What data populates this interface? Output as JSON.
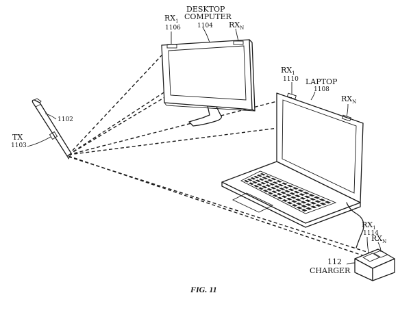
{
  "figure": {
    "caption": "FIG. 11"
  },
  "labels": {
    "desktop_rx1": {
      "main": "RX",
      "sub": "1"
    },
    "desktop_rx1_ref": "1106",
    "desktop_title_line1": "DESKTOP",
    "desktop_title_line2": "COMPUTER",
    "desktop_ref": "1104",
    "desktop_rxn": {
      "main": "RX",
      "sub": "N"
    },
    "laptop_rx1": {
      "main": "RX",
      "sub": "1"
    },
    "laptop_rx1_ref": "1110",
    "laptop_title": "LAPTOP",
    "laptop_ref": "1108",
    "laptop_rxn": {
      "main": "RX",
      "sub": "N"
    },
    "stylus_ref": "1102",
    "tx_label": "TX",
    "tx_ref": "1103",
    "charger_rx1": {
      "main": "RX",
      "sub": "1"
    },
    "charger_rx1_ref": "1114",
    "charger_rxn": {
      "main": "RX",
      "sub": "N"
    },
    "charger_ref": "112",
    "charger_title": "CHARGER"
  }
}
